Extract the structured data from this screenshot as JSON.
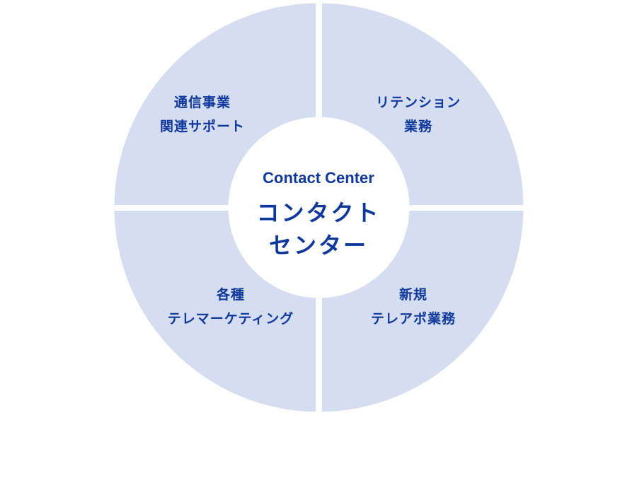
{
  "colors": {
    "text": "#0f389b",
    "segment": "#d5ddf0",
    "background": "#ffffff"
  },
  "center": {
    "english": "Contact Center",
    "japanese_line1": "コンタクト",
    "japanese_line2": "センター"
  },
  "segments": [
    {
      "line1": "通信事業",
      "line2": "関連サポート"
    },
    {
      "line1": "リテンション",
      "line2": "業務"
    },
    {
      "line1": "各種",
      "line2": "テレマーケティング"
    },
    {
      "line1": "新規",
      "line2": "テレアポ業務"
    }
  ]
}
